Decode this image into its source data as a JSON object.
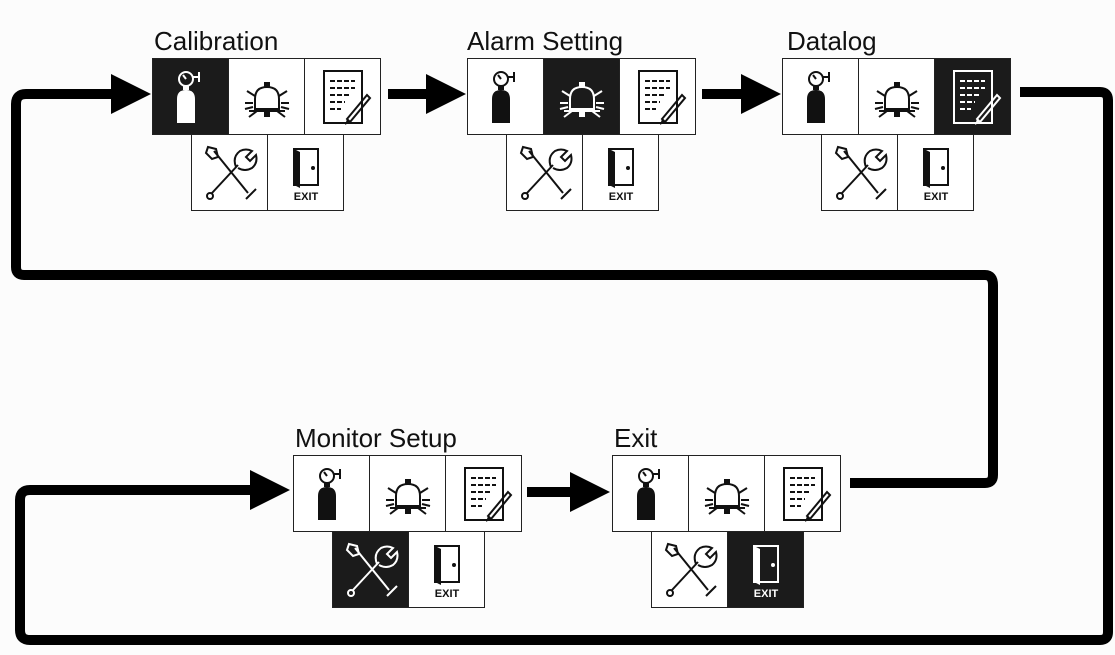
{
  "stages": [
    {
      "title": "Calibration",
      "active": "calibration"
    },
    {
      "title": "Alarm Setting",
      "active": "alarm"
    },
    {
      "title": "Datalog",
      "active": "datalog"
    },
    {
      "title": "Monitor Setup",
      "active": "setup"
    },
    {
      "title": "Exit",
      "active": "exit"
    }
  ],
  "icons": {
    "calibration": "gas-cylinder-icon",
    "alarm": "alarm-bell-icon",
    "datalog": "datalog-document-icon",
    "setup": "tools-icon",
    "exit": "exit-door-icon"
  },
  "exit_label": "EXIT",
  "colors": {
    "active": "#1b1b1b",
    "inactive": "#ffffff",
    "line": "#000000"
  }
}
